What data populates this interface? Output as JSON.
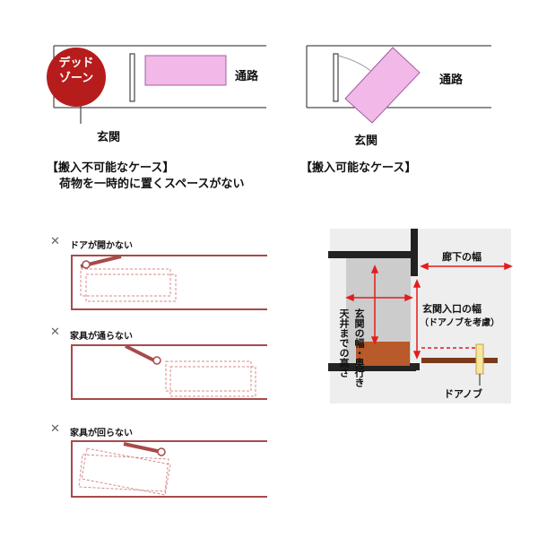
{
  "top": {
    "dead_zone": {
      "line1": "デッド",
      "line2": "ゾーン"
    },
    "left": {
      "passage": "通路",
      "entrance": "玄関",
      "case_title": "【搬入不可能なケース】",
      "case_note": "荷物を一時的に置くスペースがない"
    },
    "right": {
      "passage": "通路",
      "entrance": "玄関",
      "case_title": "【搬入可能なケース】"
    }
  },
  "cases": [
    {
      "mark": "✕",
      "label": "ドアが開かない"
    },
    {
      "mark": "✕",
      "label": "家具が通らない"
    },
    {
      "mark": "✕",
      "label": "家具が回らない"
    }
  ],
  "plan": {
    "corridor_width": "廊下の幅",
    "entrance_opening": "玄関入口の幅",
    "doorknob_note": "（ドアノブを考慮）",
    "entrance_size": "玄関の幅・奥行き",
    "ceiling_height": "天井までの高さ",
    "doorknob": "ドアノブ"
  },
  "colors": {
    "pink": "#f2b8e8",
    "dead_zone": "#b61c1c",
    "wall_brown": "#a84a4a",
    "dashed": "#d88a8a",
    "arrow_red": "#e41c1c",
    "furniture": "#b85a2a",
    "wall_grey": "#cccccc"
  }
}
